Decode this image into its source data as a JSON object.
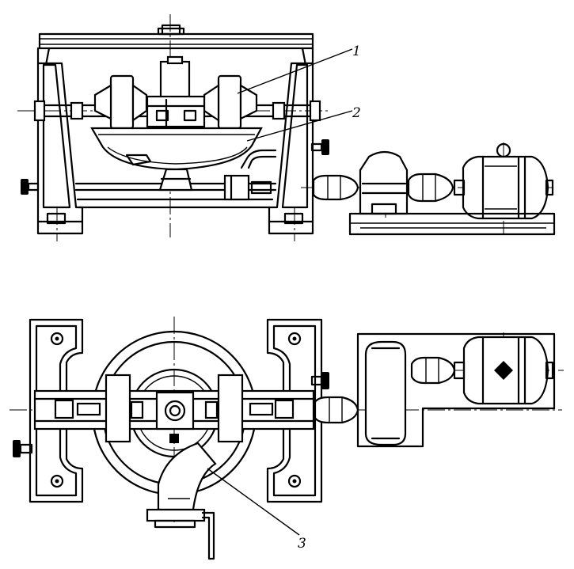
{
  "callouts": [
    {
      "id": "1",
      "label": "1"
    },
    {
      "id": "2",
      "label": "2"
    },
    {
      "id": "3",
      "label": "3"
    }
  ],
  "icons": {
    "machine": "mixing-machine-drawing",
    "motor": "electric-motor-icon",
    "gearbox": "gearbox-icon",
    "coupling": "coupling-icon",
    "handwheel": "handwheel-icon",
    "discharge-chute": "discharge-chute-icon"
  },
  "colors": {
    "ink": "#000000",
    "paper": "#ffffff"
  }
}
